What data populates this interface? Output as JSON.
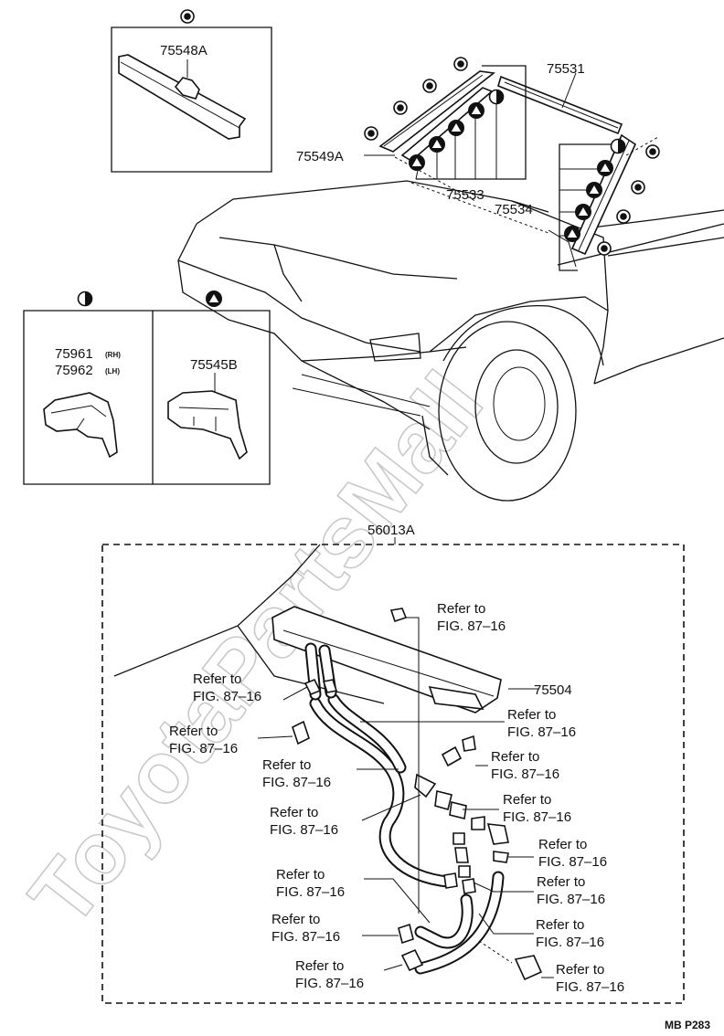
{
  "watermark": "ToyotaPartsMall",
  "legend_symbols": {
    "target": "bullseye-icon",
    "half": "half-circle-icon",
    "triangle": "triangle-in-circle-icon"
  },
  "parts": {
    "p75548A": "75548A",
    "p75531": "75531",
    "p75549A": "75549A",
    "p75533": "75533",
    "p75534": "75534",
    "p75961": "75961",
    "p75961_side": "(RH)",
    "p75962": "75962",
    "p75962_side": "(LH)",
    "p75545B": "75545B",
    "p56013A": "56013A",
    "p75504": "75504"
  },
  "refs": {
    "r1": [
      "Refer to",
      "FIG. 87–16"
    ],
    "r2": [
      "Refer to",
      "FIG. 87–16"
    ],
    "r3": [
      "Refer to",
      "FIG. 87–16"
    ],
    "r4": [
      "Refer to",
      "FIG. 87–16"
    ],
    "r5": [
      "Refer to",
      "FIG. 87–16"
    ],
    "r6": [
      "Refer to",
      "FIG. 87–16"
    ],
    "r7": [
      "Refer to",
      "FIG. 87–16"
    ],
    "r8": [
      "Refer to",
      "FIG. 87–16"
    ],
    "r9": [
      "Refer to",
      "FIG. 87–16"
    ],
    "r10": [
      "Refer to",
      "FIG. 87–16"
    ],
    "r11": [
      "Refer to",
      "FIG. 87–16"
    ],
    "r12": [
      "Refer to",
      "FIG. 87–16"
    ],
    "r13": [
      "Refer to",
      "FIG. 87–16"
    ],
    "r14": [
      "Refer to",
      "FIG. 87–16"
    ]
  },
  "figure_code": "MB P283"
}
